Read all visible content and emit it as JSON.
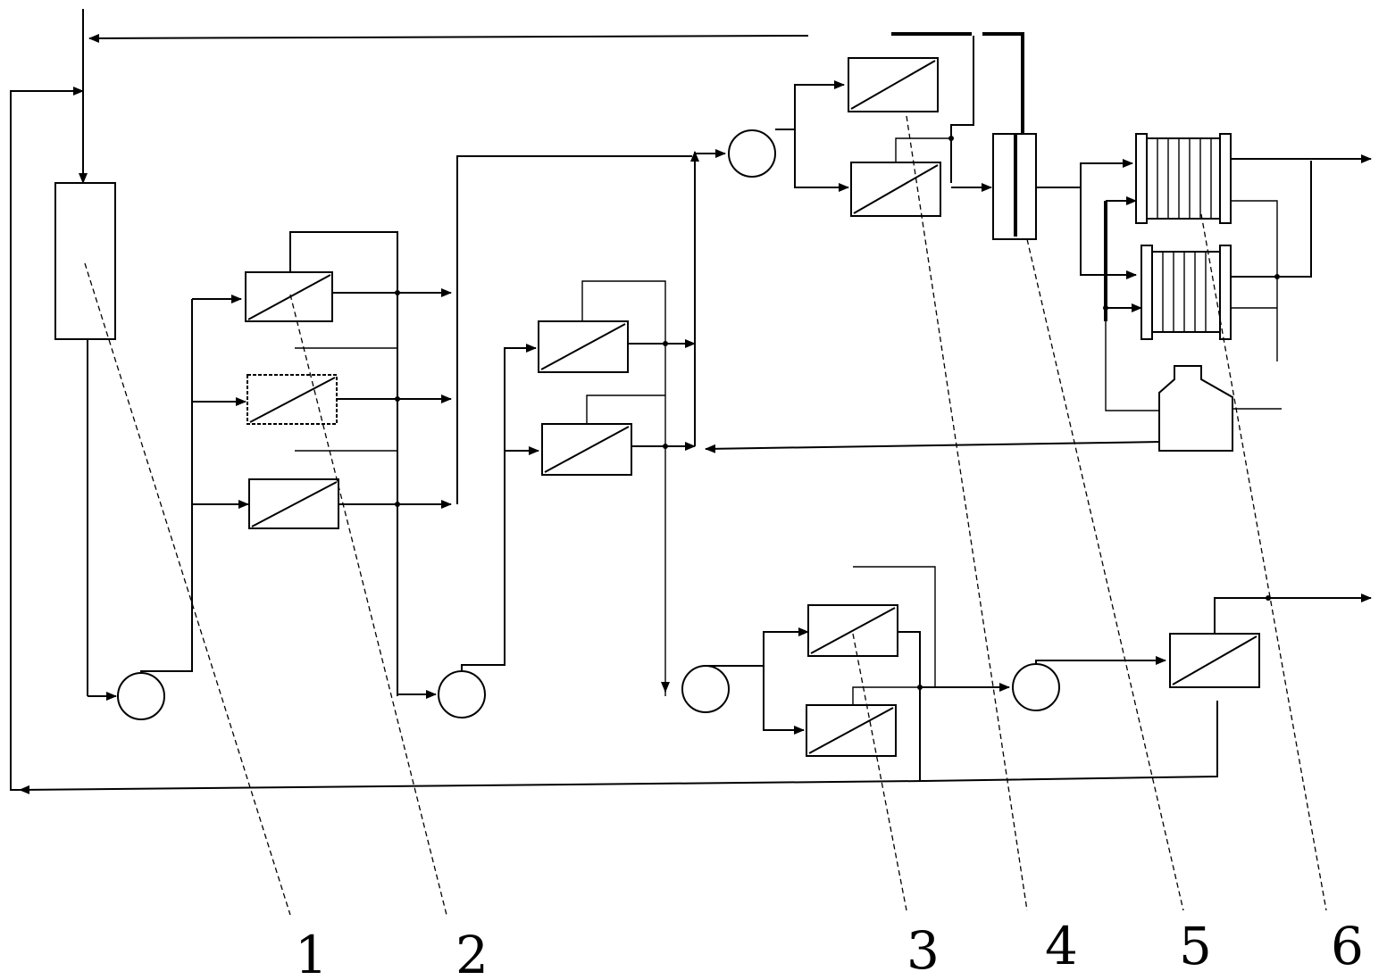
{
  "callouts": [
    {
      "id": "1",
      "label": "1"
    },
    {
      "id": "2",
      "label": "2"
    },
    {
      "id": "3",
      "label": "3"
    },
    {
      "id": "4",
      "label": "4"
    },
    {
      "id": "5",
      "label": "5"
    },
    {
      "id": "6",
      "label": "6"
    }
  ],
  "colors": {
    "stroke": "#000000",
    "background": "#ffffff"
  }
}
